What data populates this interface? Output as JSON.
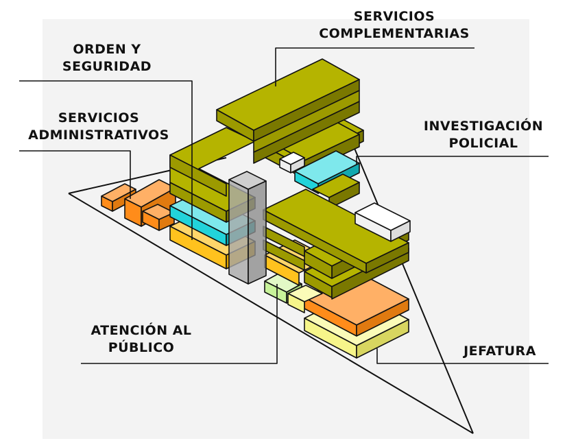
{
  "labels": {
    "servicios_complementarias": [
      "SERVICIOS",
      "COMPLEMENTARIAS"
    ],
    "orden_seguridad": [
      "ORDEN Y",
      "SEGURIDAD"
    ],
    "servicios_administrativos": [
      "SERVICIOS",
      "ADMINISTRATIVOS"
    ],
    "investigacion_policial": [
      "INVESTIGACIÓN",
      "POLICIAL"
    ],
    "atencion_publico": [
      "ATENCIÓN AL",
      "PÚBLICO"
    ],
    "jefatura": [
      "JEFATURA"
    ]
  },
  "colors": {
    "servicios_complementarias": "#9C9A00",
    "orden_seguridad": "#9C9A00",
    "servicios_administrativos": "#FF8C1A",
    "investigacion_policial": "#22D3DA",
    "atencion_publico": "#C8F39A",
    "jefatura": "#F6F58A",
    "atencion_publico_secondary": "#FFC21E",
    "leader_lines": "#111111"
  }
}
